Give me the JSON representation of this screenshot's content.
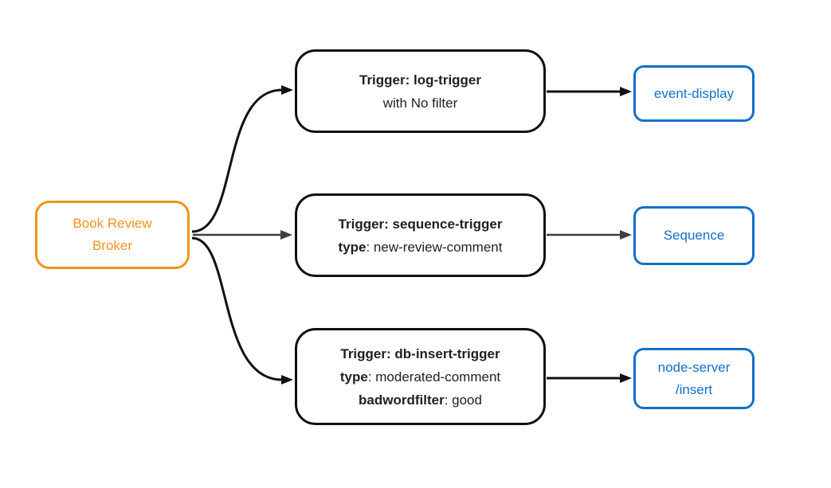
{
  "colors": {
    "orange": "#f0931e",
    "blue": "#1270c9",
    "ink": "#111111",
    "gray": "#3e3e3e",
    "text": "#1f1f1f"
  },
  "nodes": {
    "broker": {
      "line1": "Book Review",
      "line2": "Broker"
    },
    "trigger1": {
      "title": "Trigger: log-trigger",
      "line2_bold": "",
      "line2_rest": "with No filter"
    },
    "trigger2": {
      "title": "Trigger: sequence-trigger",
      "line2_bold": "type",
      "line2_rest": ": new-review-comment"
    },
    "trigger3": {
      "title": "Trigger: db-insert-trigger",
      "line2_bold": "type",
      "line2_rest": ": moderated-comment",
      "line3_bold": "badwordfilter",
      "line3_rest": ": good"
    },
    "sink1": {
      "label": "event-display"
    },
    "sink2": {
      "label": "Sequence"
    },
    "sink3": {
      "label": "node-server",
      "label2": "/insert"
    }
  }
}
